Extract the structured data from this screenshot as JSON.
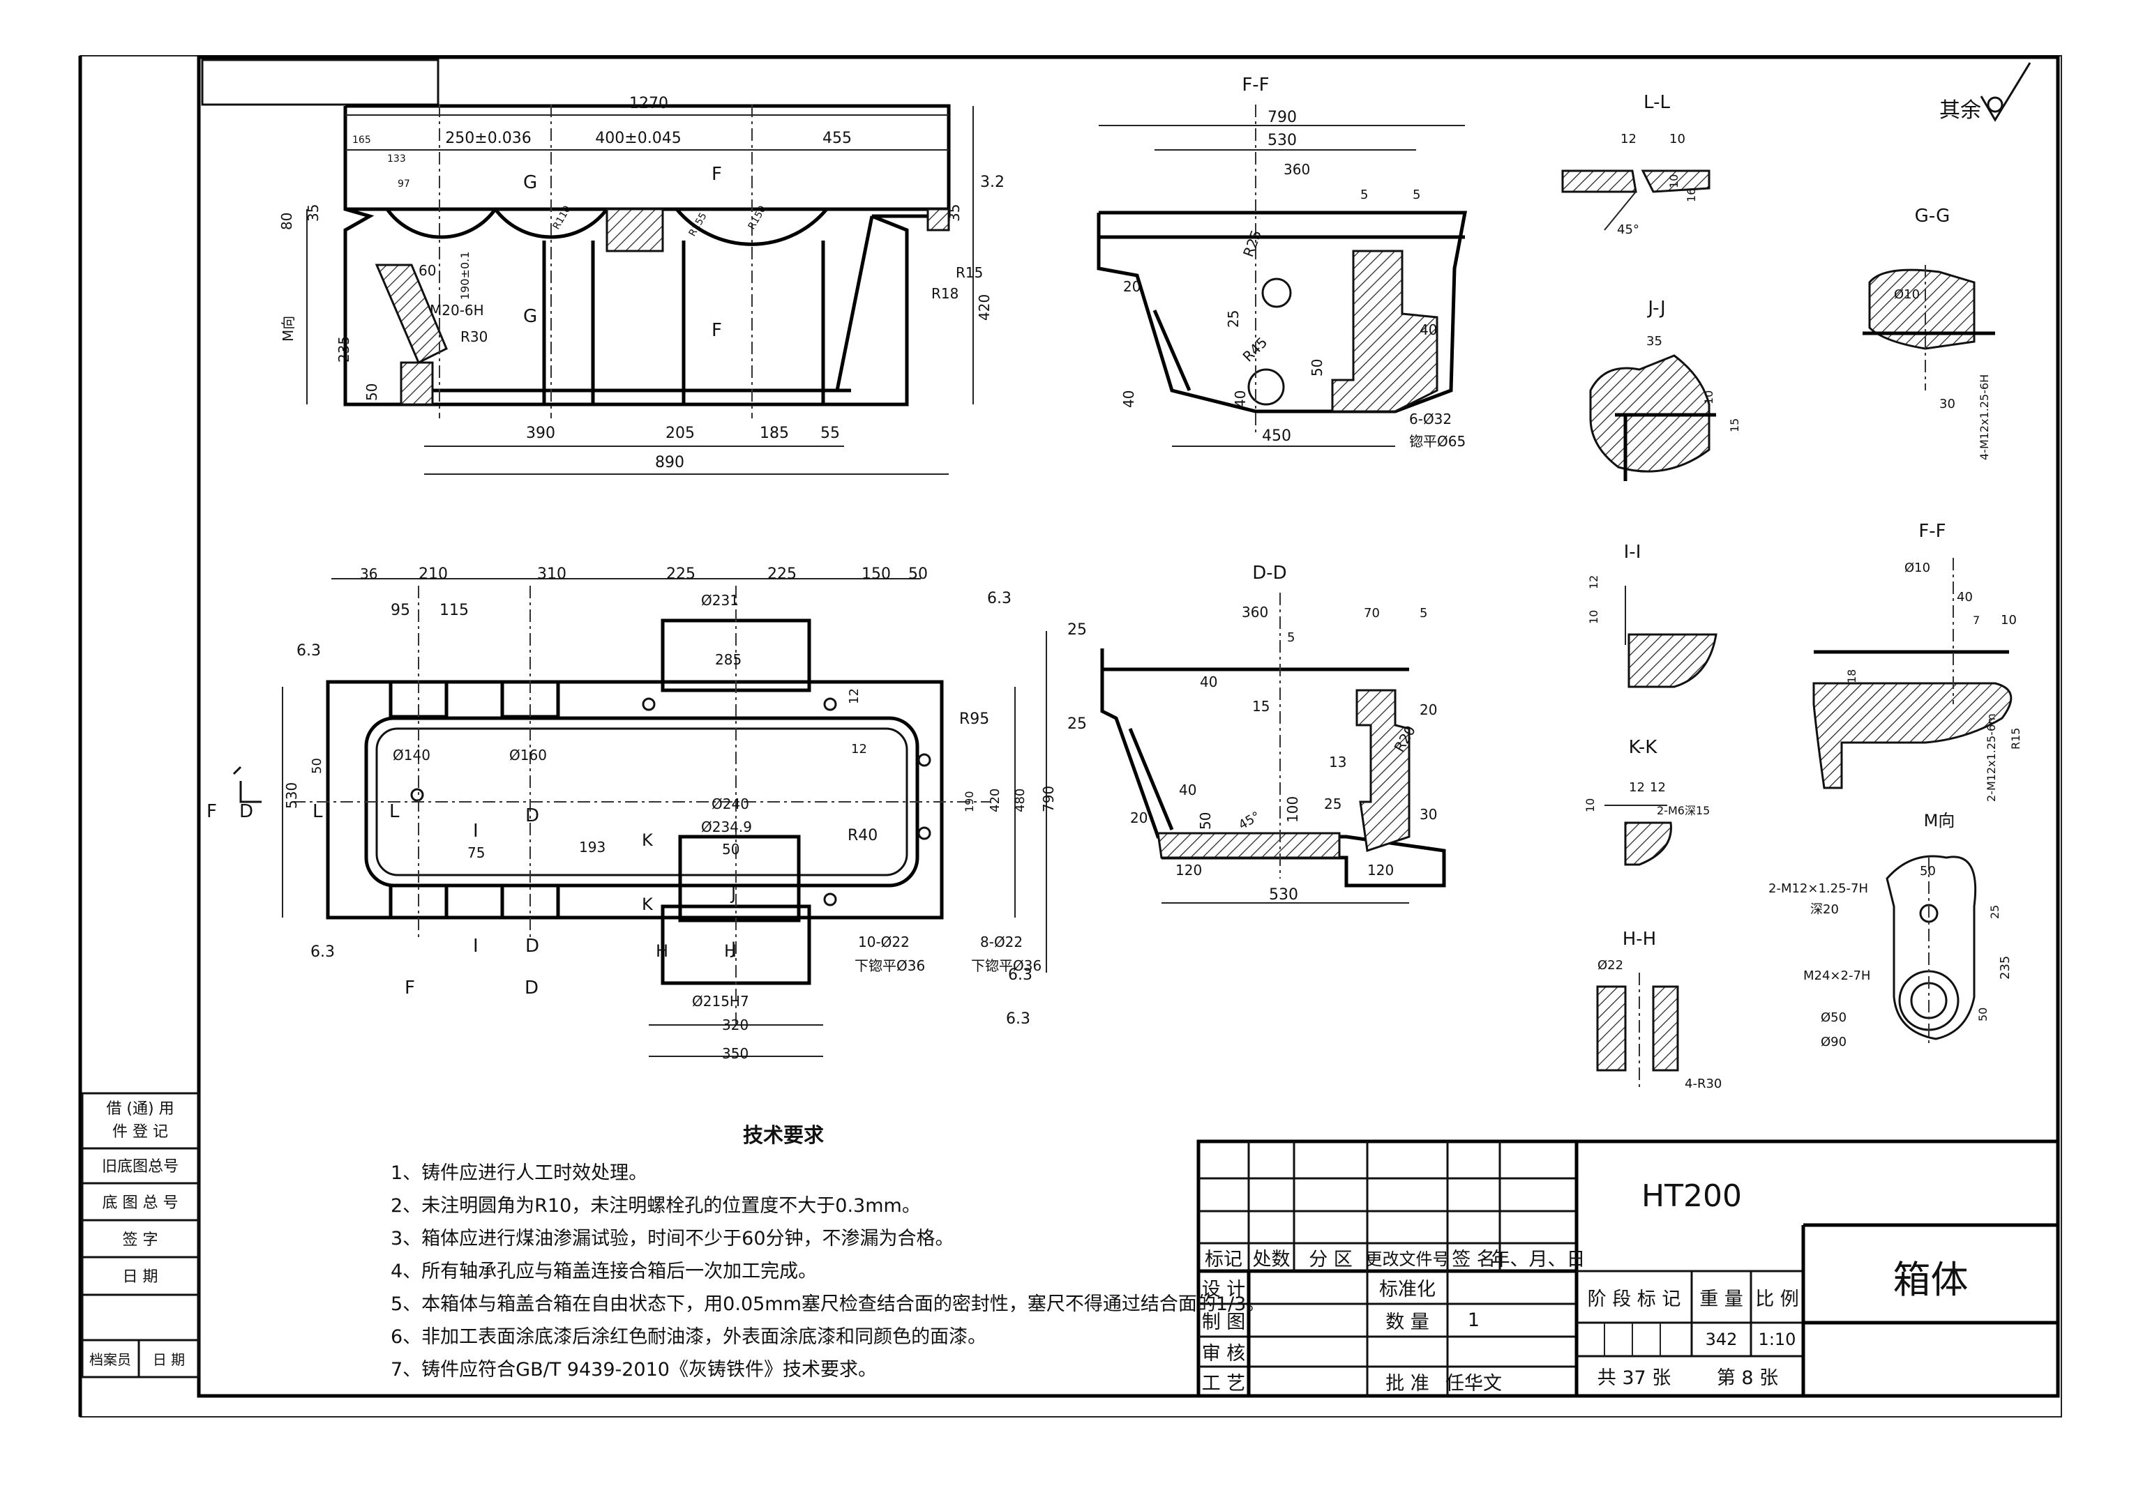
{
  "title_block": {
    "material": "HT200",
    "part_name": "箱体",
    "mark_headers": [
      "标记",
      "处数",
      "分 区",
      "更改文件号",
      "签 名",
      "年、月、日"
    ],
    "roles": [
      "设 计",
      "制 图",
      "审 核",
      "工 艺"
    ],
    "standardization": "标准化",
    "quantity_label": "数 量",
    "quantity_value": "1",
    "approve_label": "批 准",
    "approver": "任华文",
    "stage_mark": "阶 段 标 记",
    "weight_label": "重 量",
    "scale_label": "比 例",
    "weight_value": "342",
    "scale_value": "1:10",
    "sheet_total": "共 37 张",
    "sheet_no": "第 8 张"
  },
  "left_strip": [
    "借 (通) 用",
    "件 登 记",
    "旧底图总号",
    "底 图 总 号",
    "签 字",
    "日 期",
    "档案员",
    "日 期"
  ],
  "surface_note": "其余",
  "tech_requirements": {
    "heading": "技术要求",
    "items": [
      "1、铸件应进行人工时效处理。",
      "2、未注明圆角为R10，未注明螺栓孔的位置度不大于0.3mm。",
      "3、箱体应进行煤油渗漏试验，时间不少于60分钟，不渗漏为合格。",
      "4、所有轴承孔应与箱盖连接合箱后一次加工完成。",
      "5、本箱体与箱盖合箱在自由状态下，用0.05mm塞尺检查结合面的密封性，塞尺不得通过结合面的1/3。",
      "6、非加工表面涂底漆后涂红色耐油漆，外表面涂底漆和同颜色的面漆。",
      "7、铸件应符合GB/T 9439-2010《灰铸铁件》技术要求。"
    ]
  },
  "section_labels": [
    "F-F",
    "L-L",
    "G-G",
    "J-J",
    "D-D",
    "I-I",
    "F-F",
    "K-K",
    "M向",
    "H-H",
    "M向"
  ],
  "front_view": {
    "dims_top": [
      "1270",
      "250±0.036",
      "400±0.045",
      "455",
      "165",
      "133",
      "97"
    ],
    "dims_side": [
      "80",
      "35",
      "235",
      "50",
      "420",
      "35"
    ],
    "dims_bottom": [
      "390",
      "205",
      "185",
      "55",
      "890"
    ],
    "notes": [
      "M20-6H",
      "R30",
      "60",
      "190±0.1",
      "R15",
      "R18",
      "3.2",
      "R110",
      "R155",
      "R150"
    ],
    "cut_marks": [
      "G",
      "G",
      "F",
      "F"
    ]
  },
  "top_view": {
    "dims_top": [
      "36",
      "210",
      "310",
      "225",
      "225",
      "150",
      "50",
      "95",
      "115"
    ],
    "diameters": [
      "Ø231",
      "Ø140",
      "Ø160",
      "Ø240",
      "Ø234.9",
      "Ø215H7",
      "285",
      "320",
      "350"
    ],
    "dims_side": [
      "530",
      "790",
      "480",
      "420",
      "190",
      "50",
      "12",
      "12",
      "75",
      "193",
      "50"
    ],
    "notes": [
      "R95",
      "R40",
      "10-Ø22",
      "下锪平Ø36",
      "8-Ø22",
      "下锪平Ø36",
      "6.3",
      "6.3",
      "6.3",
      "6.3",
      "6.3"
    ],
    "cut_marks": [
      "F",
      "D",
      "L",
      "L",
      "D",
      "I",
      "I",
      "D",
      "K",
      "K",
      "H",
      "H",
      "J",
      "J",
      "F",
      "D"
    ]
  },
  "ff_view": {
    "dims": [
      "790",
      "530",
      "360",
      "5",
      "5",
      "R25",
      "20",
      "25",
      "R45",
      "40",
      "50",
      "40",
      "40",
      "450",
      "6-Ø32",
      "锪平Ø65"
    ]
  },
  "dd_view": {
    "dims": [
      "360",
      "5",
      "70",
      "5",
      "25",
      "25",
      "40",
      "15",
      "13",
      "20",
      "R20",
      "40",
      "20",
      "50",
      "100",
      "25",
      "120",
      "120",
      "530",
      "30",
      "45°"
    ]
  },
  "detail_dims": {
    "LL": [
      "12",
      "10",
      "10",
      "16",
      "45°"
    ],
    "GG": [
      "Ø10",
      "30",
      "4-M12x1.25-6H"
    ],
    "JJ": [
      "35",
      "10",
      "15"
    ],
    "II": [
      "12",
      "10"
    ],
    "FF2": [
      "Ø10",
      "40",
      "10",
      "7",
      "18",
      "2-M12x1.25-6m",
      "R15"
    ],
    "KK": [
      "12",
      "12",
      "10",
      "2-M6深15"
    ],
    "M": [
      "50",
      "2-M12×1.25-7H",
      "深20",
      "M24×2-7H",
      "Ø50",
      "Ø90",
      "235",
      "25",
      "50"
    ],
    "HH": [
      "Ø22",
      "4-R30"
    ]
  }
}
